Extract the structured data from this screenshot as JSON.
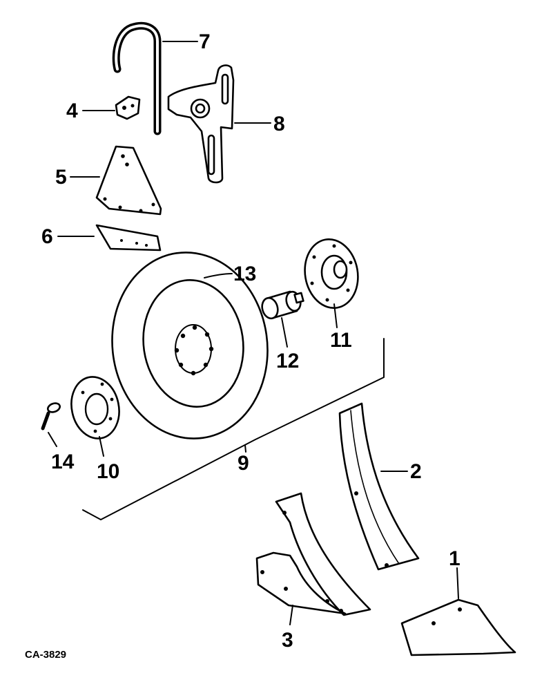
{
  "drawing_code": "CA-3829",
  "parts": [
    {
      "id": "p1",
      "callout": "1"
    },
    {
      "id": "p2",
      "callout": "2"
    },
    {
      "id": "p3",
      "callout": "3"
    },
    {
      "id": "p4",
      "callout": "4"
    },
    {
      "id": "p5",
      "callout": "5"
    },
    {
      "id": "p6",
      "callout": "6"
    },
    {
      "id": "p7",
      "callout": "7"
    },
    {
      "id": "p8",
      "callout": "8"
    },
    {
      "id": "p9",
      "callout": "9"
    },
    {
      "id": "p10",
      "callout": "10"
    },
    {
      "id": "p11",
      "callout": "11"
    },
    {
      "id": "p12",
      "callout": "12"
    },
    {
      "id": "p13",
      "callout": "13"
    },
    {
      "id": "p14",
      "callout": "14"
    }
  ],
  "colors": {
    "ink": "#000000",
    "paper": "#ffffff"
  }
}
